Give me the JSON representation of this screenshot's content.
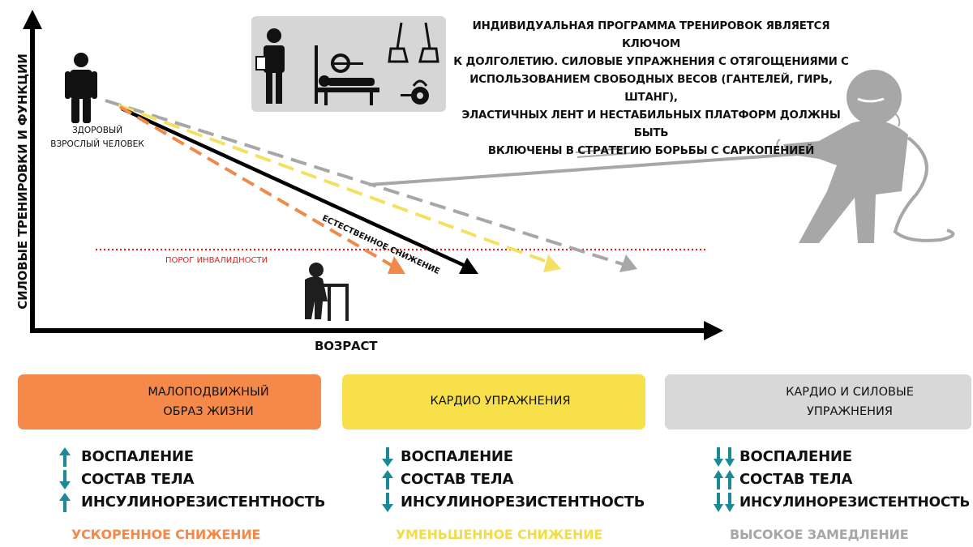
{
  "axes": {
    "y_label": "СИЛОВЫЕ ТРЕНИРОВКИ И ФУНКЦИИ",
    "x_label": "ВОЗРАСТ"
  },
  "labels": {
    "healthy_line1": "ЗДОРОВЫЙ",
    "healthy_line2": "ВЗРОСЛЫЙ ЧЕЛОВЕК",
    "disability_threshold": "ПОРОГ ИНВАЛИДНОСТИ",
    "natural_decline": "ЕСТЕСТВЕННОЕ СНИЖЕНИЕ"
  },
  "key_message": {
    "line1": "ИНДИВИДУАЛЬНАЯ ПРОГРАММА ТРЕНИРОВОК  ЯВЛЯЕТСЯ КЛЮЧОМ",
    "line2": "К ДОЛГОЛЕТИЮ. СИЛОВЫЕ УПРАЖНЕНИЯ С ОТЯГОЩЕНИЯМИ С",
    "line3": "ИСПОЛЬЗОВАНИЕМ СВОБОДНЫХ ВЕСОВ (ГАНТЕЛЕЙ, ГИРЬ, ШТАНГ),",
    "line4": "ЭЛАСТИЧНЫХ ЛЕНТ И НЕСТАБИЛЬНЫХ ПЛАТФОРМ ДОЛЖНЫ БЫТЬ",
    "line5": "ВКЛЮЧЕНЫ В СТРАТЕГИЮ БОРЬБЫ С САРКОПЕНИЕЙ"
  },
  "colors": {
    "sedentary": "#f4894a",
    "cardio": "#f7e04a",
    "combined": "#d8d8d8",
    "natural": "#000000",
    "threshold": "#e0201c",
    "arrow_teal": "#1b8a96"
  },
  "scenarios": [
    {
      "key": "sedentary",
      "title_line1": "МАЛОПОДВИЖНЫЙ",
      "title_line2": "ОБРАЗ ЖИЗНИ",
      "icon": "sedentary-person-icon",
      "effects": [
        {
          "label": "ВОСПАЛЕНИЕ",
          "trend": "up"
        },
        {
          "label": "СОСТАВ ТЕЛА",
          "trend": "down"
        },
        {
          "label": "ИНСУЛИНОРЕЗИСТЕНТНОСТЬ",
          "trend": "up"
        }
      ],
      "outcome": "УСКОРЕННОЕ СНИЖЕНИЕ",
      "outcome_color": "#f4894a"
    },
    {
      "key": "cardio",
      "title_line1": "КАРДИО УПРАЖНЕНИЯ",
      "title_line2": "",
      "icon": "runner-icon",
      "effects": [
        {
          "label": "ВОСПАЛЕНИЕ",
          "trend": "down"
        },
        {
          "label": "СОСТАВ ТЕЛА",
          "trend": "up"
        },
        {
          "label": "ИНСУЛИНОРЕЗИСТЕНТНОСТЬ",
          "trend": "down"
        }
      ],
      "outcome": "УМЕНЬШЕННОЕ СНИЖЕНИЕ",
      "outcome_color": "#f2dc4a"
    },
    {
      "key": "combined",
      "title_line1": "КАРДИО И СИЛОВЫЕ",
      "title_line2": "УПРАЖНЕНИЯ",
      "icon": "runner-dumbbell-icon",
      "effects": [
        {
          "label": "ВОСПАЛЕНИЕ",
          "trend": "double-down"
        },
        {
          "label": "СОСТАВ ТЕЛА",
          "trend": "double-up"
        },
        {
          "label": "ИНСУЛИНОРЕЗИСТЕНТНОСТЬ",
          "trend": "double-down"
        }
      ],
      "outcome": "ВЫСОКОЕ ЗАМЕДЛЕНИЕ",
      "outcome_color": "#a7a7a7"
    }
  ]
}
